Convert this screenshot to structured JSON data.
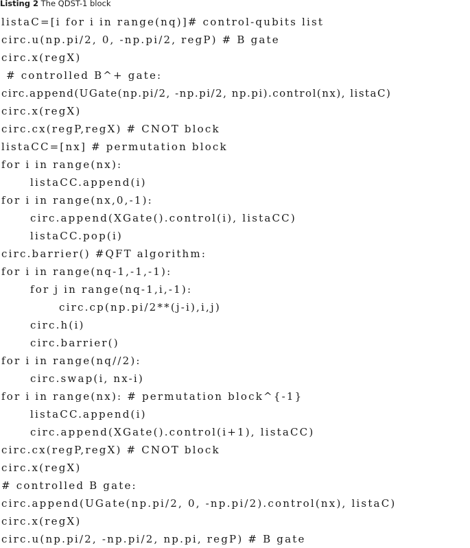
{
  "caption": {
    "label": "Listing 2",
    "title": "The QDST-1 block"
  },
  "code_lines": [
    {
      "text": "listaC=[i for i in range(nq)]# control-qubits list",
      "indent": 0
    },
    {
      "text": "circ.u(np.pi/2, 0, -np.pi/2, regP) # B gate",
      "indent": 0
    },
    {
      "text": "circ.x(regX)",
      "indent": 0
    },
    {
      "text": " # controlled B^+ gate:",
      "indent": 0
    },
    {
      "text": "circ.append(UGate(np.pi/2, -np.pi/2, np.pi).control(nx), listaC)",
      "indent": 0
    },
    {
      "text": "circ.x(regX)",
      "indent": 0
    },
    {
      "text": "circ.cx(regP,regX) # CNOT block",
      "indent": 0
    },
    {
      "text": "listaCC=[nx] # permutation block",
      "indent": 0
    },
    {
      "text": "for i in range(nx):",
      "indent": 0
    },
    {
      "text": "listaCC.append(i)",
      "indent": 1
    },
    {
      "text": "for i in range(nx,0,-1):",
      "indent": 0
    },
    {
      "text": "circ.append(XGate().control(i), listaCC)",
      "indent": 1
    },
    {
      "text": "listaCC.pop(i)",
      "indent": 1
    },
    {
      "text": "circ.barrier() #QFT algorithm:",
      "indent": 0
    },
    {
      "text": "for i in range(nq-1,-1,-1):",
      "indent": 0
    },
    {
      "text": "for j in range(nq-1,i,-1):",
      "indent": 1
    },
    {
      "text": "circ.cp(np.pi/2**(j-i),i,j)",
      "indent": 2
    },
    {
      "text": "circ.h(i)",
      "indent": 1
    },
    {
      "text": "circ.barrier()",
      "indent": 1
    },
    {
      "text": "for i in range(nq//2):",
      "indent": 0
    },
    {
      "text": "circ.swap(i, nx-i)",
      "indent": 1
    },
    {
      "text": "for i in range(nx): # permutation block^{-1}",
      "indent": 0
    },
    {
      "text": "listaCC.append(i)",
      "indent": 1
    },
    {
      "text": "circ.append(XGate().control(i+1), listaCC)",
      "indent": 1
    },
    {
      "text": "circ.cx(regP,regX) # CNOT block",
      "indent": 0
    },
    {
      "text": "circ.x(regX)",
      "indent": 0
    },
    {
      "text": "# controlled B gate:",
      "indent": 0
    },
    {
      "text": "circ.append(UGate(np.pi/2, 0, -np.pi/2).control(nx), listaC)",
      "indent": 0
    },
    {
      "text": "circ.x(regX)",
      "indent": 0
    },
    {
      "text": "circ.u(np.pi/2, -np.pi/2, np.pi, regP) # B gate",
      "indent": 0
    }
  ]
}
